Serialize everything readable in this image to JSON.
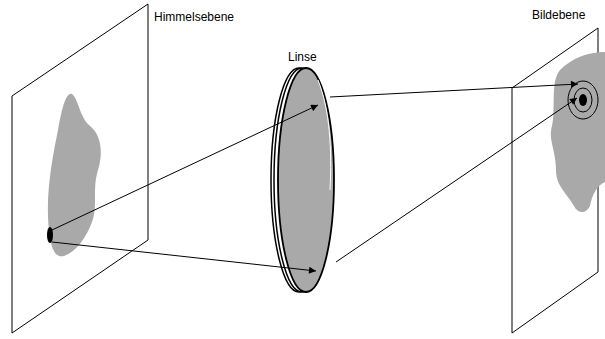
{
  "diagram": {
    "labels": [
      "Himmelsebene",
      "Linse",
      "Bildebene"
    ]
  }
}
